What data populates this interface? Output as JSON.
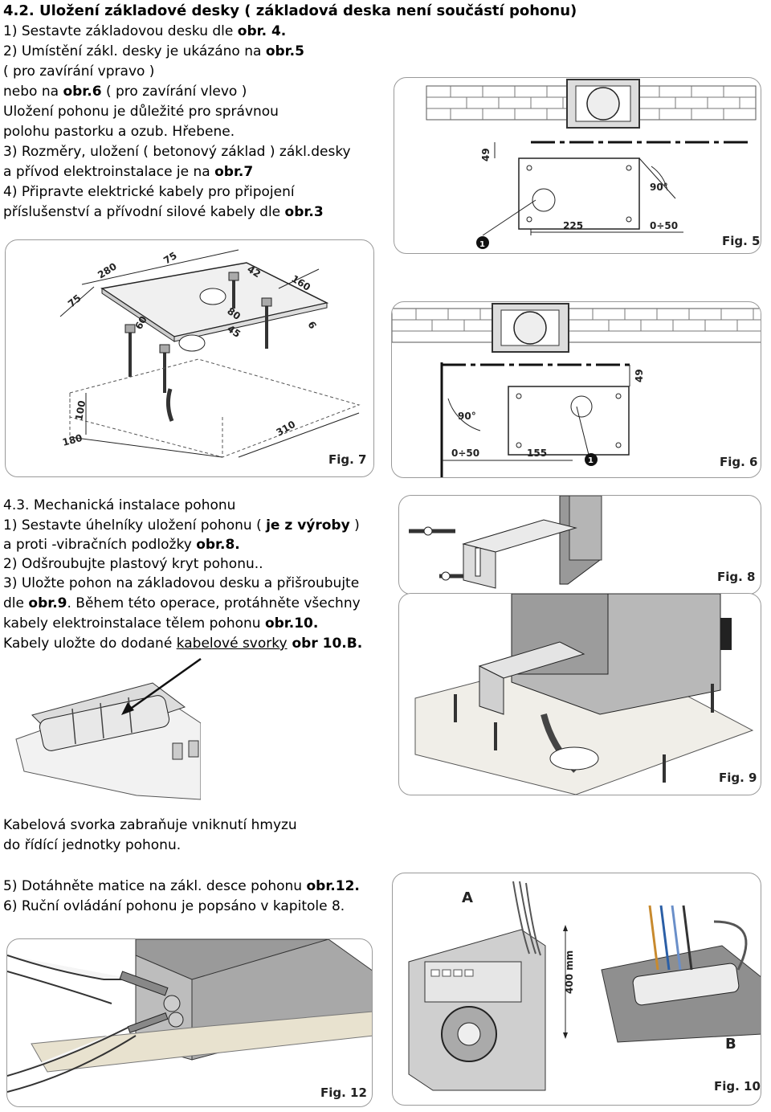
{
  "section_42": {
    "heading": "4.2. Uložení základové desky ( základová deska není součástí pohonu)",
    "l1_a": "1) Sestavte základovou desku dle ",
    "l1_b": "obr. 4.",
    "l2_a": "2) Umístění zákl. desky je ukázáno na ",
    "l2_b": "obr.5",
    "l3": "( pro zavírání vpravo )",
    "l4_a": "nebo na ",
    "l4_b": "obr.6",
    "l4_c": " ( pro zavírání vlevo )",
    "l5": "Uložení pohonu je důležité pro správnou",
    "l6": "polohu pastorku a ozub. Hřebene.",
    "l7": "3) Rozměry, uložení ( betonový základ ) zákl.desky",
    "l8_a": "a přívod elektroinstalace je na ",
    "l8_b": "obr.7",
    "l9": "4) Připravte elektrické kabely pro připojení",
    "l10_a": "příslušenství a přívodní silové kabely dle ",
    "l10_b": "obr.3"
  },
  "section_43": {
    "heading": "4.3. Mechanická instalace pohonu",
    "l1_a": "1) Sestavte úhelníky uložení pohonu ( ",
    "l1_b": "je z výroby",
    "l1_c": " )",
    "l2_a": "a proti -vibračních podložky ",
    "l2_b": "obr.8.",
    "l3": "2) Odšroubujte plastový kryt pohonu..",
    "l4": "3) Uložte pohon na základovou desku a přišroubujte",
    "l5_a": " dle ",
    "l5_b": "obr.9",
    "l5_c": ". Během této operace, protáhněte všechny",
    "l6_a": "kabely elektroinstalace tělem pohonu ",
    "l6_b": "obr.10.",
    "l7_a": "Kabely uložte do dodané ",
    "l7_b": "kabelové svorky",
    "l7_c": " obr 10.B."
  },
  "clamp_note": {
    "l1": "Kabelová svorka zabraňuje vniknutí hmyzu",
    "l2": "do řídící jednotky pohonu."
  },
  "section_tail": {
    "l5_a": "5) Dotáhněte matice na zákl. desce pohonu ",
    "l5_b": "obr.12.",
    "l6": "6) Ruční ovládání pohonu je popsáno v kapitole 8."
  },
  "figures": {
    "fig5": {
      "label": "Fig. 5",
      "dims": [
        "49",
        "90°",
        "225",
        "0÷50"
      ],
      "marker": "1"
    },
    "fig6": {
      "label": "Fig. 6",
      "dims": [
        "49",
        "90°",
        "0÷50",
        "155"
      ],
      "marker": "1"
    },
    "fig7": {
      "label": "Fig. 7",
      "dims": [
        "280",
        "75",
        "42",
        "160",
        "75",
        "60",
        "80",
        "45",
        "6",
        "100",
        "180",
        "310"
      ]
    },
    "fig8": {
      "label": "Fig. 8"
    },
    "fig9": {
      "label": "Fig. 9"
    },
    "fig10": {
      "label": "Fig. 10",
      "callout_a": "A",
      "callout_b": "B",
      "dim": "400 mm"
    },
    "fig12": {
      "label": "Fig. 12"
    }
  }
}
